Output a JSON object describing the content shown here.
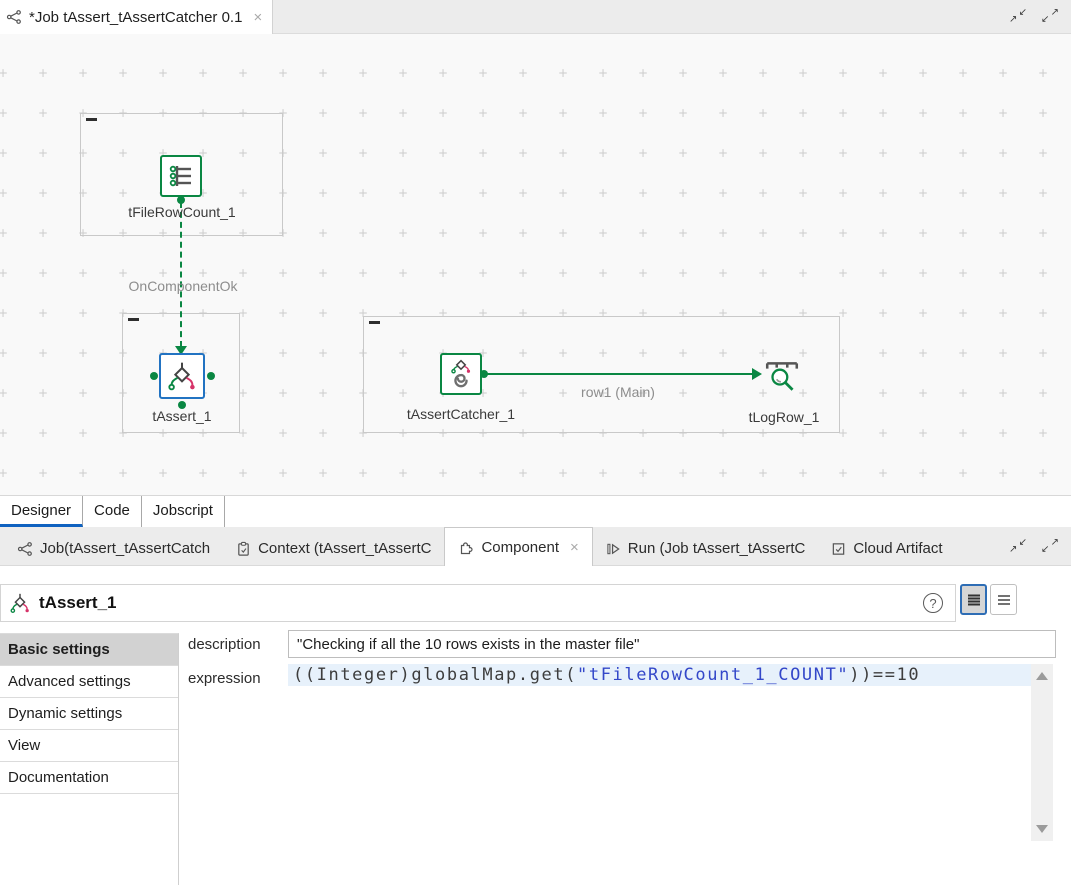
{
  "editor": {
    "tab_title": "*Job tAssert_tAssertCatcher 0.1",
    "close_label": "×"
  },
  "canvas": {
    "components": [
      {
        "label": "tFileRowCount_1",
        "selected": false
      },
      {
        "label": "tAssert_1",
        "selected": true
      },
      {
        "label": "tAssertCatcher_1",
        "selected": false
      },
      {
        "label": "tLogRow_1",
        "selected": false
      }
    ],
    "connections": [
      {
        "label": "OnComponentOk",
        "type": "trigger-dashed"
      },
      {
        "label": "row1 (Main)",
        "type": "row-main-solid"
      }
    ]
  },
  "designer_tabs": [
    {
      "label": "Designer",
      "active": true
    },
    {
      "label": "Code",
      "active": false
    },
    {
      "label": "Jobscript",
      "active": false
    }
  ],
  "panel_tabs": [
    {
      "label": "Job(tAssert_tAssertCatch",
      "active": false
    },
    {
      "label": "Context (tAssert_tAssertC",
      "active": false
    },
    {
      "label": "Component",
      "active": true,
      "close_label": "×"
    },
    {
      "label": "Run (Job tAssert_tAssertC",
      "active": false
    },
    {
      "label": "Cloud Artifact",
      "active": false
    }
  ],
  "component_panel": {
    "title": "tAssert_1",
    "help_label": "?",
    "sections": [
      {
        "label": "Basic settings",
        "active": true
      },
      {
        "label": "Advanced settings",
        "active": false
      },
      {
        "label": "Dynamic settings",
        "active": false
      },
      {
        "label": "View",
        "active": false
      },
      {
        "label": "Documentation",
        "active": false
      }
    ],
    "description": {
      "label": "description",
      "value": "\"Checking if all the 10 rows exists in the master file\""
    },
    "expression": {
      "label": "expression",
      "code_prefix": "((Integer)globalMap.get(",
      "code_string": "\"tFileRowCount_1_COUNT\"",
      "code_suffix": "))==10"
    }
  },
  "colors": {
    "talend_green": "#0a8743",
    "selection_blue": "#2273c2",
    "tab_underline_blue": "#0f62c0",
    "code_string_blue": "#3347c9",
    "grid_mark": "#cccccc",
    "assert_red": "#d63369"
  }
}
